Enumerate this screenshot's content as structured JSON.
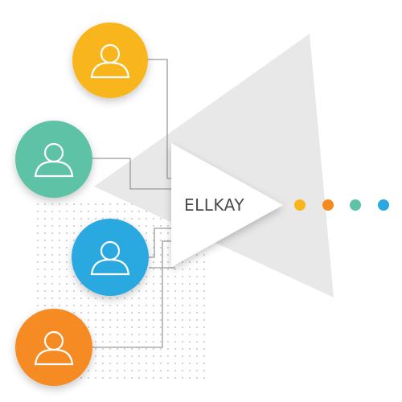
{
  "brand": {
    "name": "ELLKAY"
  },
  "users": [
    {
      "name": "user-yellow",
      "color": "#F9B51A",
      "icon": "person-icon"
    },
    {
      "name": "user-teal",
      "color": "#5DC2A6",
      "icon": "person-icon"
    },
    {
      "name": "user-blue",
      "color": "#2BA8E0",
      "icon": "person-icon"
    },
    {
      "name": "user-orange",
      "color": "#F58B20",
      "icon": "person-icon"
    }
  ],
  "dots": [
    {
      "color": "#F9B51A"
    },
    {
      "color": "#F58B20"
    },
    {
      "color": "#5DC2A6"
    },
    {
      "color": "#2BA8E0"
    }
  ],
  "colors": {
    "big_triangle": "#e8e8e8",
    "arrow": "#ffffff",
    "connector": "#9a9a9a",
    "grid_dot": "#c4c4c4"
  }
}
